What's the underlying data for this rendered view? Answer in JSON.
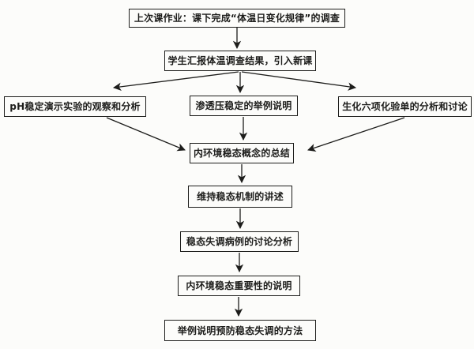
{
  "flowchart": {
    "type": "flowchart",
    "ink_color": "#1d1d1b",
    "background_color": "#fcfcfa",
    "nodes": [
      {
        "id": "homework",
        "label": "上次课作业：课下完成“体温日变化规律”的调查"
      },
      {
        "id": "report",
        "label": "学生汇报体温调查结果，引入新课"
      },
      {
        "id": "ph",
        "label": "pH稳定演示实验的观察和分析"
      },
      {
        "id": "osmotic",
        "label": "渗透压稳定的举例说明"
      },
      {
        "id": "biochem",
        "label": "生化六项化验单的分析和讨论"
      },
      {
        "id": "summary",
        "label": "内环境稳态概念的总结"
      },
      {
        "id": "mechanism",
        "label": "维持稳态机制的讲述"
      },
      {
        "id": "cases",
        "label": "稳态失调病例的讨论分析"
      },
      {
        "id": "importance",
        "label": "内环境稳态重要性的说明"
      },
      {
        "id": "prevention",
        "label": "举例说明预防稳态失调的方法"
      }
    ],
    "edges": [
      {
        "from": "homework",
        "to": "report"
      },
      {
        "from": "report",
        "to": "ph"
      },
      {
        "from": "report",
        "to": "osmotic"
      },
      {
        "from": "report",
        "to": "biochem"
      },
      {
        "from": "ph",
        "to": "summary"
      },
      {
        "from": "osmotic",
        "to": "summary"
      },
      {
        "from": "biochem",
        "to": "summary"
      },
      {
        "from": "summary",
        "to": "mechanism"
      },
      {
        "from": "mechanism",
        "to": "cases"
      },
      {
        "from": "cases",
        "to": "importance"
      },
      {
        "from": "importance",
        "to": "prevention"
      }
    ]
  }
}
